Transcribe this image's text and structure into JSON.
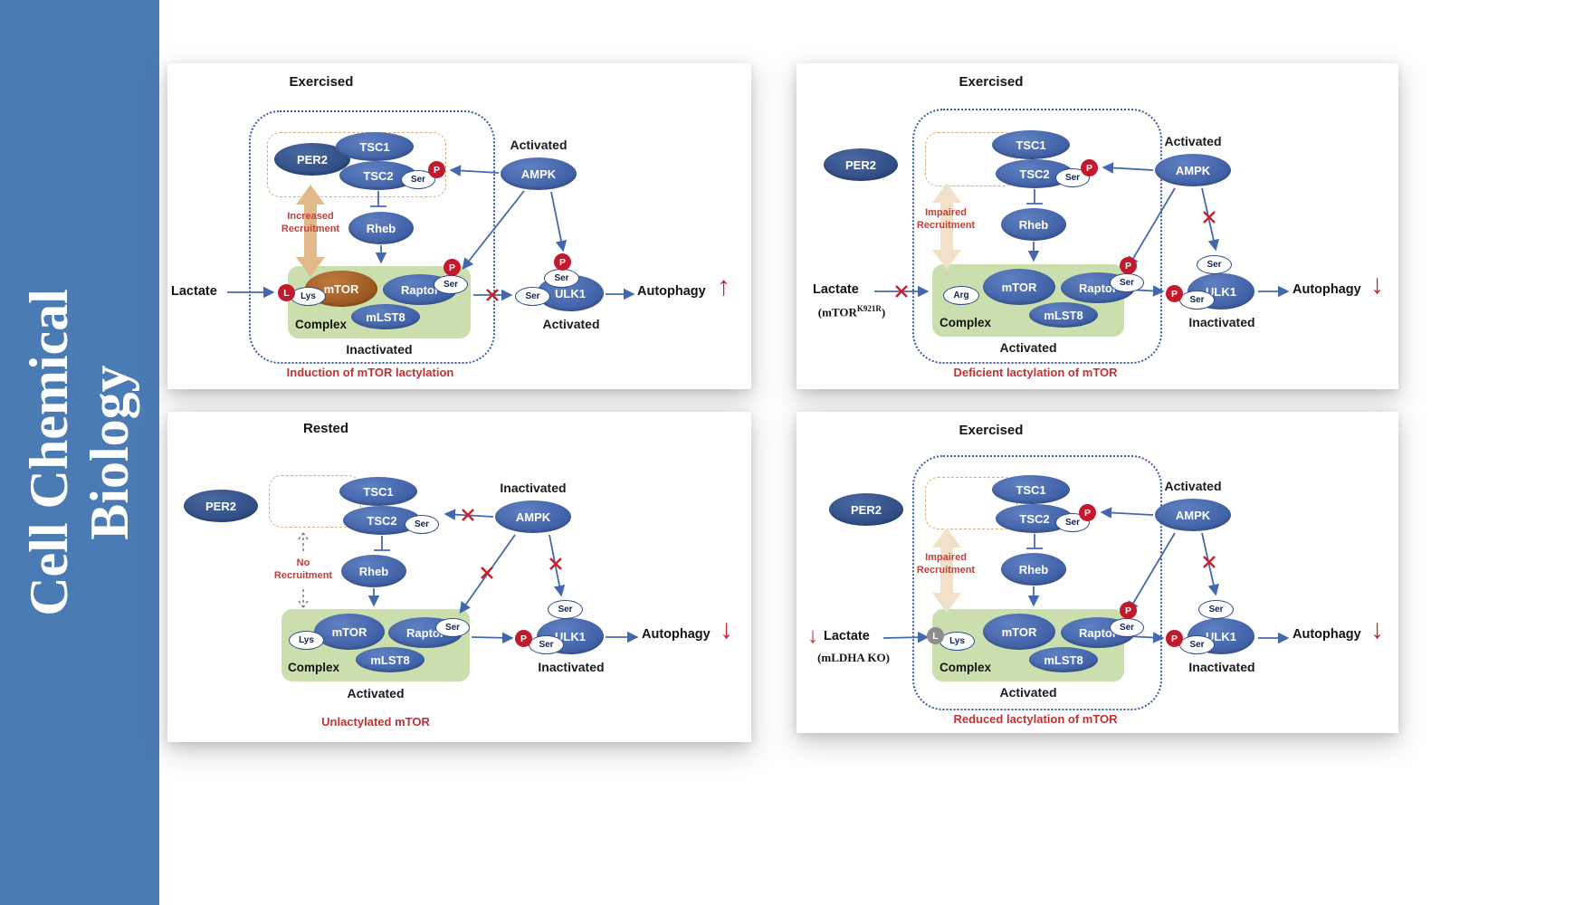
{
  "sidebar": {
    "line1": "Cell Chemical",
    "line2": "Biology"
  },
  "colors": {
    "sidebar_bg": "#4b7bb4",
    "node_blue": "#44659f",
    "node_brown": "#a9612d",
    "complex_green": "#cadfad",
    "accent_red": "#c4242e",
    "arrow_blue": "#4468ae",
    "recruitment_tan": "#e3b98c"
  },
  "panels": [
    {
      "title": "Exercised",
      "caption": "Induction of mTOR lactylation",
      "recruit1": "Increased",
      "recruit2": "Recruitment",
      "per2": "PER2",
      "tsc1": "TSC1",
      "tsc2": "TSC2",
      "rheb": "Rheb",
      "ampk": "AMPK",
      "ampk_state": "Activated",
      "mtor": "mTOR",
      "raptor": "Raptor",
      "mlst8": "mLST8",
      "ser": "Ser",
      "lys": "Lys",
      "p": "P",
      "l": "L",
      "complex": "Complex",
      "complex_state": "Inactivated",
      "ulk1": "ULK1",
      "ulk1_state": "Activated",
      "lactate": "Lactate",
      "autophagy": "Autophagy",
      "autophagy_dir": "↑"
    },
    {
      "title": "Exercised",
      "caption": "Deficient lactylation of mTOR",
      "recruit1": "Impaired",
      "recruit2": "Recruitment",
      "per2": "PER2",
      "tsc1": "TSC1",
      "tsc2": "TSC2",
      "rheb": "Rheb",
      "ampk": "AMPK",
      "ampk_state": "Activated",
      "mtor": "mTOR",
      "raptor": "Raptor",
      "mlst8": "mLST8",
      "ser": "Ser",
      "arg": "Arg",
      "p": "P",
      "complex": "Complex",
      "complex_state": "Activated",
      "ulk1": "ULK1",
      "ulk1_state": "Inactivated",
      "lactate": "Lactate",
      "variant_pre": "(mTOR",
      "variant_sup": "K921R",
      "variant_post": ")",
      "autophagy": "Autophagy",
      "autophagy_dir": "↓"
    },
    {
      "title": "Rested",
      "caption": "Unlactylated mTOR",
      "recruit1": "No",
      "recruit2": "Recruitment",
      "per2": "PER2",
      "tsc1": "TSC1",
      "tsc2": "TSC2",
      "rheb": "Rheb",
      "ampk": "AMPK",
      "ampk_state": "Inactivated",
      "mtor": "mTOR",
      "raptor": "Raptor",
      "mlst8": "mLST8",
      "ser": "Ser",
      "lys": "Lys",
      "p": "P",
      "complex": "Complex",
      "complex_state": "Activated",
      "ulk1": "ULK1",
      "ulk1_state": "Inactivated",
      "autophagy": "Autophagy",
      "autophagy_dir": "↓"
    },
    {
      "title": "Exercised",
      "caption": "Reduced lactylation of mTOR",
      "recruit1": "Impaired",
      "recruit2": "Recruitment",
      "per2": "PER2",
      "tsc1": "TSC1",
      "tsc2": "TSC2",
      "rheb": "Rheb",
      "ampk": "AMPK",
      "ampk_state": "Activated",
      "mtor": "mTOR",
      "raptor": "Raptor",
      "mlst8": "mLST8",
      "ser": "Ser",
      "lys": "Lys",
      "p": "P",
      "l": "L",
      "complex": "Complex",
      "complex_state": "Activated",
      "ulk1": "ULK1",
      "ulk1_state": "Inactivated",
      "lactate": "Lactate",
      "lactate_dir": "↓",
      "knockout": "(mLDHA KO)",
      "autophagy": "Autophagy",
      "autophagy_dir": "↓"
    }
  ]
}
